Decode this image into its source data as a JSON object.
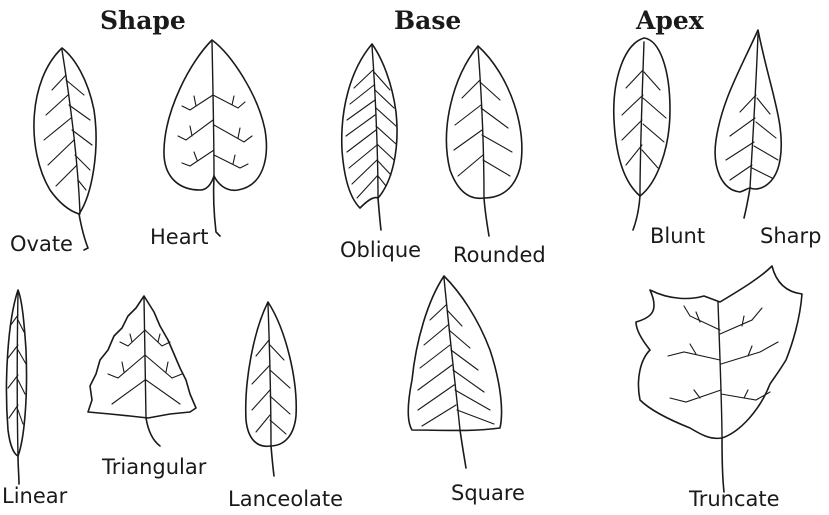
{
  "headings": {
    "shape": "Shape",
    "base": "Base",
    "apex": "Apex"
  },
  "labels": {
    "ovate": "Ovate",
    "heart": "Heart",
    "oblique": "Oblique",
    "rounded": "Rounded",
    "blunt": "Blunt",
    "sharp": "Sharp",
    "linear": "Linear",
    "triangular": "Triangular",
    "lanceolate": "Lanceolate",
    "square": "Square",
    "truncate": "Truncate"
  }
}
